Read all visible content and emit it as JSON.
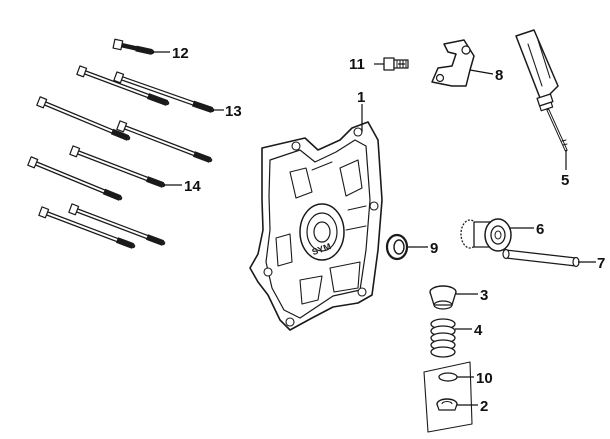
{
  "parts": [
    {
      "id": "part-1",
      "number": "1"
    },
    {
      "id": "part-2",
      "number": "2"
    },
    {
      "id": "part-3",
      "number": "3"
    },
    {
      "id": "part-4",
      "number": "4"
    },
    {
      "id": "part-5",
      "number": "5"
    },
    {
      "id": "part-6",
      "number": "6"
    },
    {
      "id": "part-7",
      "number": "7"
    },
    {
      "id": "part-8",
      "number": "8"
    },
    {
      "id": "part-9",
      "number": "9"
    },
    {
      "id": "part-10",
      "number": "10"
    },
    {
      "id": "part-11",
      "number": "11"
    },
    {
      "id": "part-12",
      "number": "12"
    },
    {
      "id": "part-13",
      "number": "13"
    },
    {
      "id": "part-14",
      "number": "14"
    }
  ],
  "case_logo_text": "SYM",
  "colors": {
    "line": "#1a1a1a",
    "background": "#ffffff"
  }
}
